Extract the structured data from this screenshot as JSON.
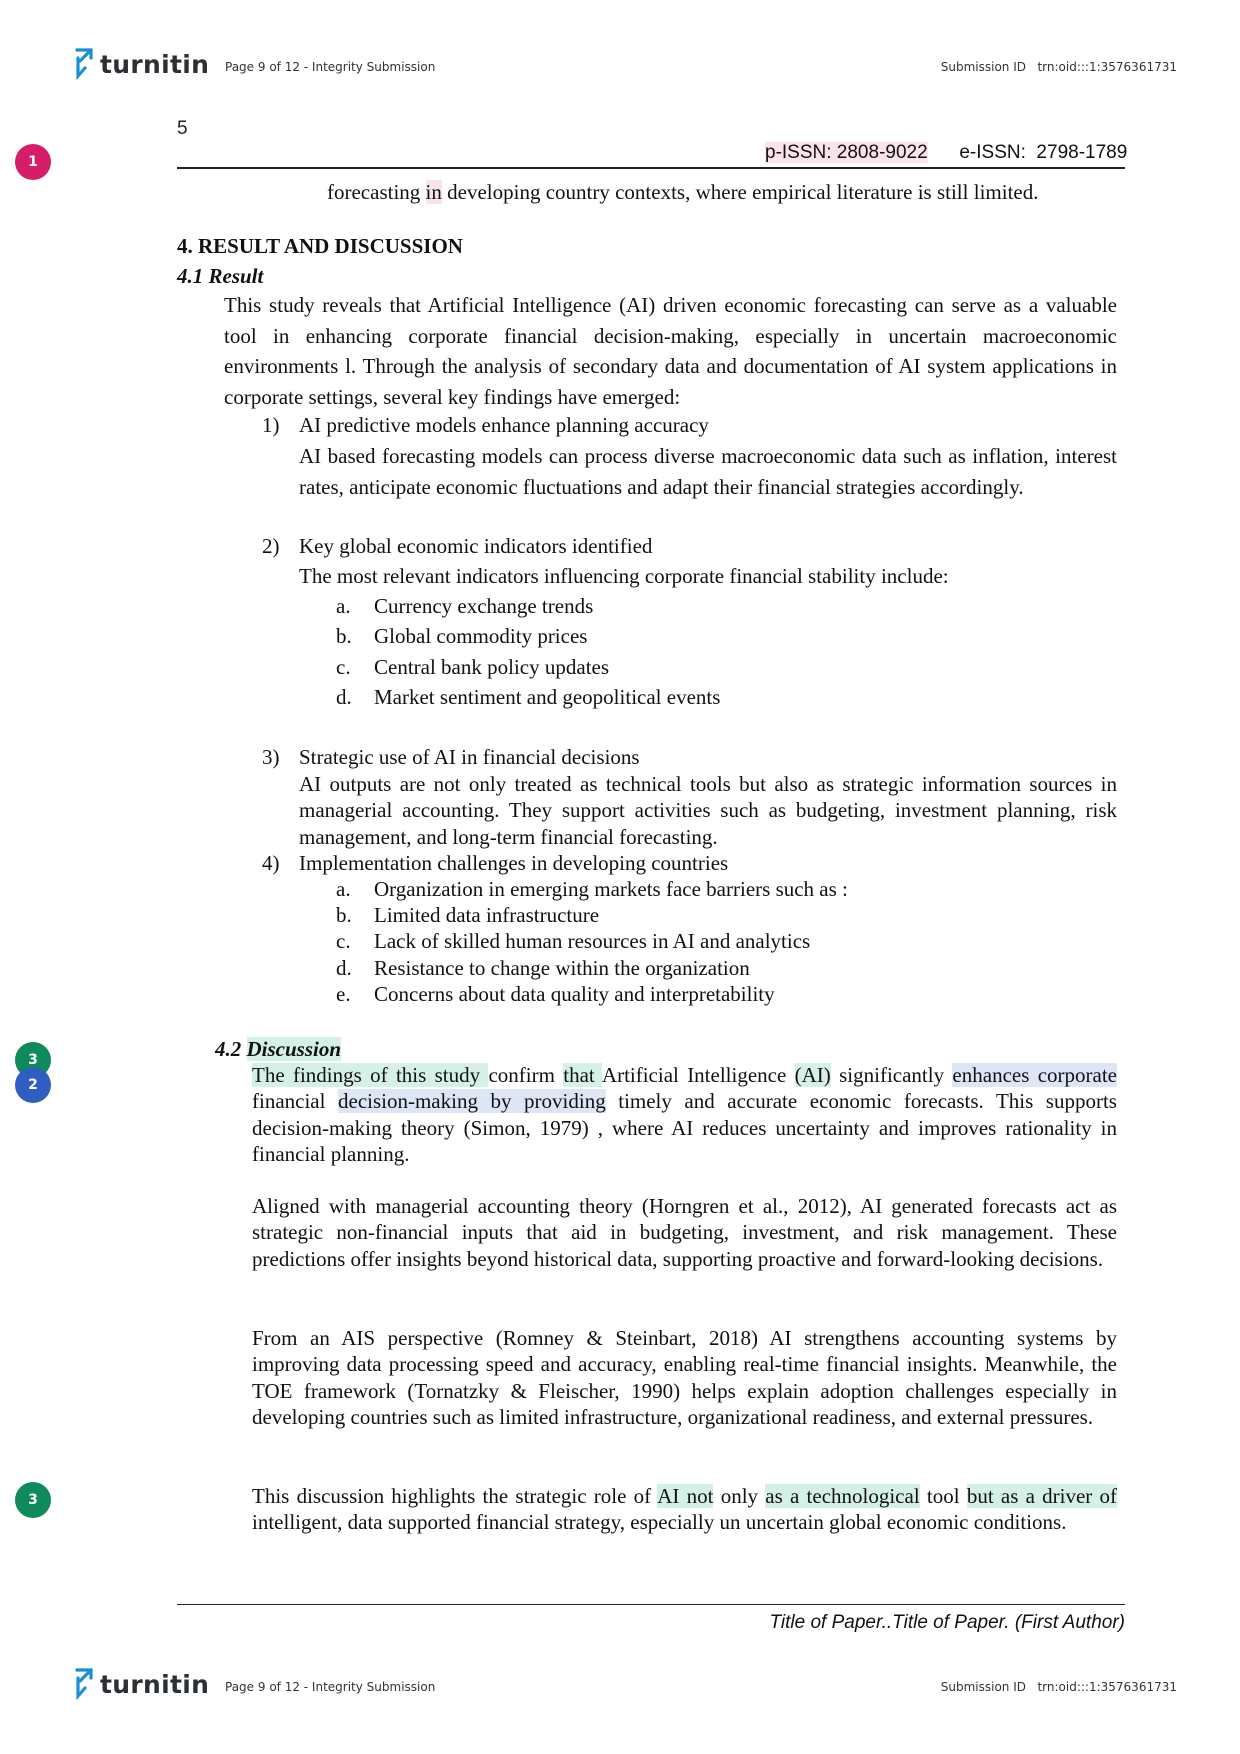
{
  "turnitin": {
    "brand": "turnitin",
    "page_info": "Page 9 of 12 - Integrity Submission",
    "submission_label": "Submission ID",
    "submission_id": "trn:oid:::1:3576361731"
  },
  "header": {
    "page_number": "5",
    "p_issn": "p-ISSN: 2808-9022",
    "e_issn": "e-ISSN:  2798-1789"
  },
  "markers": [
    "1",
    "3",
    "2",
    "3"
  ],
  "colors": {
    "pink": "#d61d69",
    "green": "#0f8a5a",
    "blue": "#2f5ec2"
  },
  "intro_line": {
    "pre": "forecasting ",
    "hl": "in",
    "post": " developing country contexts, where empirical literature is still limited."
  },
  "section4": {
    "heading_num": "4.",
    "heading": "RESULT AND DISCUSSION",
    "sub1_num": "4.1",
    "sub1": "Result",
    "paragraph": "This study reveals that Artificial Intelligence (AI) driven economic forecasting can serve as a valuable tool in enhancing corporate financial decision-making, especially in uncertain macroeconomic environments l. Through the analysis of secondary data and documentation of AI system applications in corporate settings, several key findings have emerged:",
    "findings": [
      {
        "num": "1)",
        "title": "AI predictive models enhance planning accuracy",
        "text": "AI based forecasting models can process diverse macroeconomic data such as inflation, interest rates, anticipate economic fluctuations and adapt their financial strategies accordingly."
      },
      {
        "num": "2)",
        "title": "Key global economic indicators identified",
        "text": "The most relevant indicators influencing corporate financial stability include:",
        "items": [
          {
            "letter": "a.",
            "text": "Currency exchange trends"
          },
          {
            "letter": "b.",
            "text": "Global commodity prices"
          },
          {
            "letter": "c.",
            "text": "Central bank policy updates"
          },
          {
            "letter": "d.",
            "text": "Market sentiment and geopolitical events"
          }
        ]
      },
      {
        "num": "3)",
        "title": "Strategic use of AI in financial decisions",
        "text": "AI outputs are not only treated as technical tools but also as strategic information sources in managerial accounting. They support activities such as budgeting, investment planning, risk management, and long-term financial forecasting."
      },
      {
        "num": "4)",
        "title": "Implementation challenges in developing countries",
        "items": [
          {
            "letter": "a.",
            "text": "Organization in emerging markets face barriers such as :"
          },
          {
            "letter": "b.",
            "text": "Limited data infrastructure"
          },
          {
            "letter": "c.",
            "text": "Lack of skilled human resources in AI and analytics"
          },
          {
            "letter": "d.",
            "text": "Resistance to change within the organization"
          },
          {
            "letter": "e.",
            "text": "Concerns about data quality and interpretability"
          }
        ]
      }
    ],
    "sub2_num": "4.2",
    "sub2": "Discussion",
    "discussion": {
      "p1": {
        "seg1": "The findings of this study ",
        "seg2": "confirm ",
        "seg3": "that ",
        "seg4": "Artificial Intelligence ",
        "seg5": "(AI)",
        "seg6": " significantly ",
        "seg7": "enhances corporate",
        "seg8": " financial ",
        "seg9": "decision-making by providing",
        "seg10": " timely and accurate economic forecasts. This supports decision-making theory (Simon, 1979) , where AI reduces uncertainty and improves rationality in financial planning."
      },
      "p2": "Aligned with managerial accounting theory (Horngren et al., 2012), AI generated forecasts act as strategic non-financial inputs that aid in budgeting, investment, and risk management. These predictions offer insights beyond historical data, supporting proactive and forward-looking decisions.",
      "p3": "From an AIS perspective (Romney & Steinbart, 2018) AI strengthens accounting systems by improving data processing speed and accuracy, enabling real-time financial insights. Meanwhile, the TOE framework (Tornatzky & Fleischer, 1990) helps explain adoption challenges especially in developing countries such as limited infrastructure, organizational readiness, and external pressures.",
      "p4": {
        "seg1": "This discussion highlights the strategic role of ",
        "seg2": "AI not",
        "seg3": " only ",
        "seg4": "as a technological",
        "seg5": " tool ",
        "seg6": "but as a driver of ",
        "seg7": "intelligent, data supported financial strategy, especially un uncertain global economic conditions."
      }
    }
  },
  "footer": {
    "title": "Title of Paper..Title of Paper.  (First Author)"
  }
}
